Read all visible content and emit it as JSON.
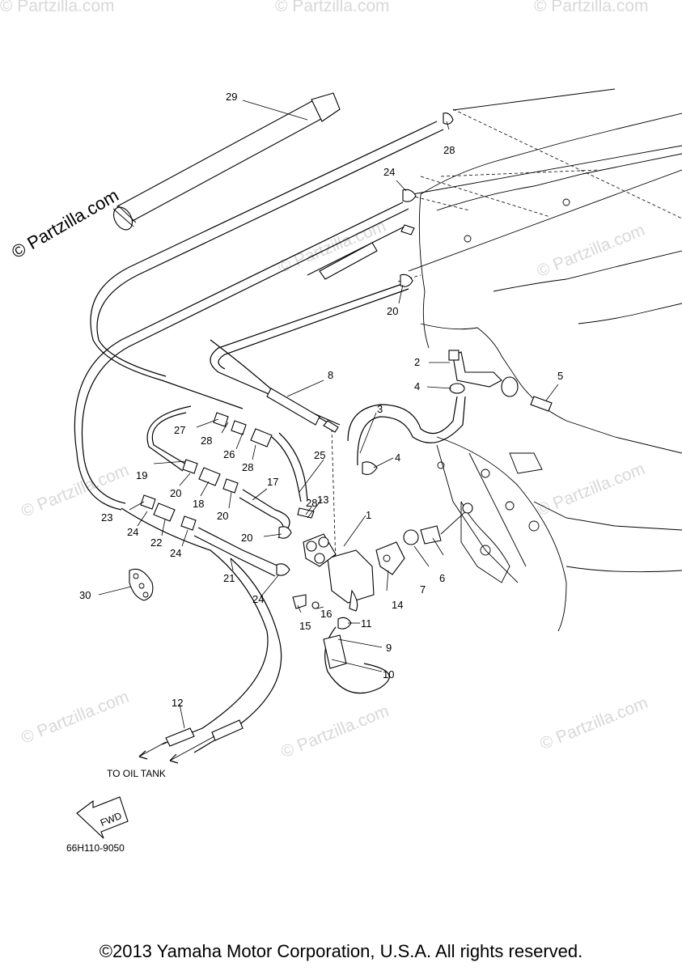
{
  "watermark": {
    "main": "© Partzilla.com",
    "repeat": "© Partzilla.com"
  },
  "labels": {
    "p1": "1",
    "p2": "2",
    "p3": "3",
    "p4a": "4",
    "p4b": "4",
    "p5": "5",
    "p6": "6",
    "p7": "7",
    "p8": "8",
    "p9": "9",
    "p10": "10",
    "p11": "11",
    "p12": "12",
    "p13": "13",
    "p14": "14",
    "p15": "15",
    "p16": "16",
    "p17": "17",
    "p18": "18",
    "p19": "19",
    "p20a": "20",
    "p20b": "20",
    "p20c": "20",
    "p20d": "20",
    "p21": "21",
    "p22": "22",
    "p23": "23",
    "p24a": "24",
    "p24b": "24",
    "p24c": "24",
    "p24d": "24",
    "p25": "25",
    "p26": "26",
    "p27": "27",
    "p28a": "28",
    "p28b": "28",
    "p28c": "28",
    "p28d": "28",
    "p29": "29",
    "p30": "30"
  },
  "oil_tank_label": "TO OIL TANK",
  "fwd_label": "FWD",
  "diagram_code": "66H110-9050",
  "copyright": "©2013 Yamaha Motor Corporation, U.S.A. All rights reserved."
}
